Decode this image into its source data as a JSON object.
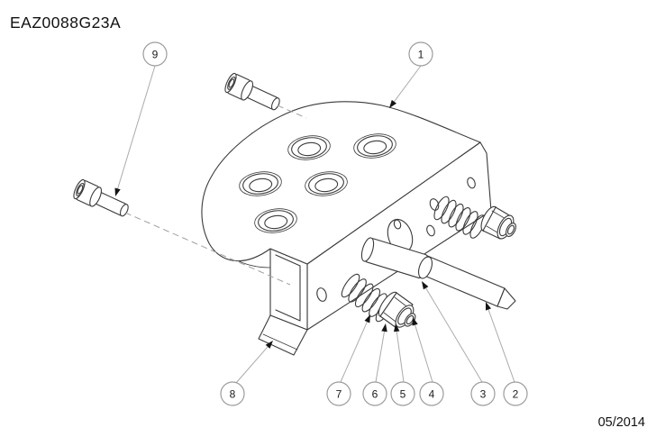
{
  "document": {
    "code": "EAZ0088G23A",
    "date": "05/2014"
  },
  "diagram": {
    "type": "exploded-parts-diagram",
    "callouts": [
      {
        "label": "1"
      },
      {
        "label": "2"
      },
      {
        "label": "3"
      },
      {
        "label": "4"
      },
      {
        "label": "5"
      },
      {
        "label": "6"
      },
      {
        "label": "7"
      },
      {
        "label": "8"
      },
      {
        "label": "9"
      }
    ]
  }
}
